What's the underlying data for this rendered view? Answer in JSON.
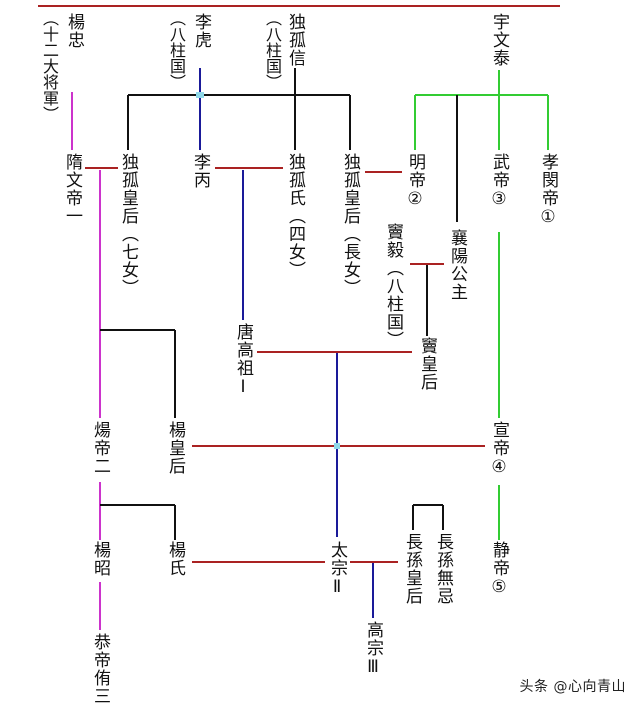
{
  "people": {
    "yang_zhong": "楊忠",
    "yang_zhong_note": "（十二大将軍）",
    "li_hu": "李虎",
    "li_hu_note": "（八柱国）",
    "dugu_xin": "独孤信",
    "dugu_xin_note": "（八柱国）",
    "yuwen_tai": "宇文泰",
    "wen_di": "隋文帝一",
    "dugu_qinu": "独孤皇后（七女）",
    "li_bing": "李丙",
    "dugu_sinu": "独孤氏（四女）",
    "dugu_changnu": "独孤皇后（長女）",
    "ming_di": "明帝②",
    "xiangyang": "襄陽公主",
    "wu_di": "武帝③",
    "xiaomin_di": "孝閔帝①",
    "dou_yi": "竇毅（八柱国）",
    "dou_huanghou": "竇皇后",
    "gaozu": "唐高祖Ⅰ",
    "yang_di": "煬帝二",
    "yang_huanghou": "楊皇后",
    "xuan_di": "宣帝④",
    "yang_zhao": "楊昭",
    "yang_shi": "楊氏",
    "taizong": "太宗Ⅱ",
    "zhangsun_huanghou": "長孫皇后",
    "zhangsun_wuji": "長孫無忌",
    "jing_di": "静帝⑤",
    "gong_di": "恭帝侑三",
    "gaozong": "高宗Ⅲ"
  },
  "line_colors": {
    "sui_line": "#cc33cc",
    "tang_line": "#1a1a99",
    "zhou_line": "#33cc33",
    "marriage": "#aa2222",
    "kin": "#111111"
  },
  "watermark": "头条 @心向青山"
}
